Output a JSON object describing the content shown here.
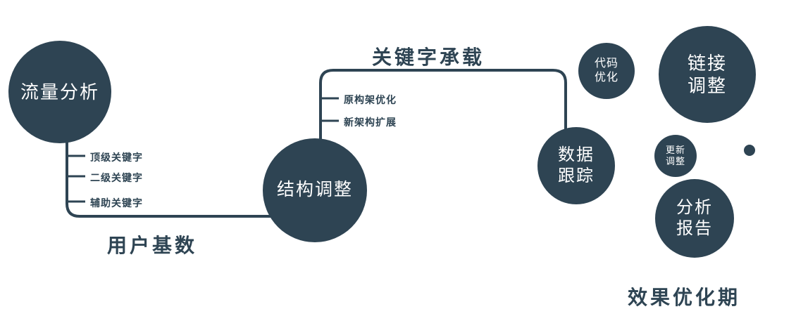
{
  "colors": {
    "primary": "#2e4453",
    "background": "#ffffff",
    "circle_text": "#ffffff"
  },
  "diagram": {
    "node_traffic": {
      "label": "流量分析"
    },
    "node_structure": {
      "label": "结构调整"
    },
    "node_tracking": {
      "line1": "数据",
      "line2": "跟踪"
    },
    "node_code": {
      "line1": "代码",
      "line2": "优化"
    },
    "node_link": {
      "line1": "链接",
      "line2": "调整"
    },
    "node_update": {
      "line1": "更新",
      "line2": "调整"
    },
    "node_report": {
      "line1": "分析",
      "line2": "报告"
    },
    "ticks_left": [
      "顶级关键字",
      "二级关键字",
      "辅助关键字"
    ],
    "ticks_mid": [
      "原构架优化",
      "新架构扩展"
    ],
    "labels": {
      "user_base": "用户基数",
      "keyword_load": "关键字承载",
      "effect_period": "效果优化期"
    }
  }
}
